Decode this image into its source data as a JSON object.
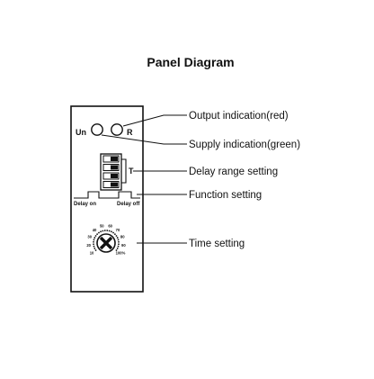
{
  "title": "Panel Diagram",
  "panel": {
    "led_un_label": "Un",
    "led_r_label": "R",
    "switch_group_label": "T",
    "switch_count": 4,
    "delay_on_label": "Delay on",
    "delay_off_label": "Delay off",
    "dial_scale": [
      "10",
      "20",
      "30",
      "40",
      "50",
      "60",
      "70",
      "80",
      "90",
      "100%"
    ]
  },
  "callouts": {
    "output_indication": "Output indication(red)",
    "supply_indication": "Supply indication(green)",
    "delay_range_setting": "Delay range setting",
    "function_setting": "Function setting",
    "time_setting": "Time setting"
  }
}
